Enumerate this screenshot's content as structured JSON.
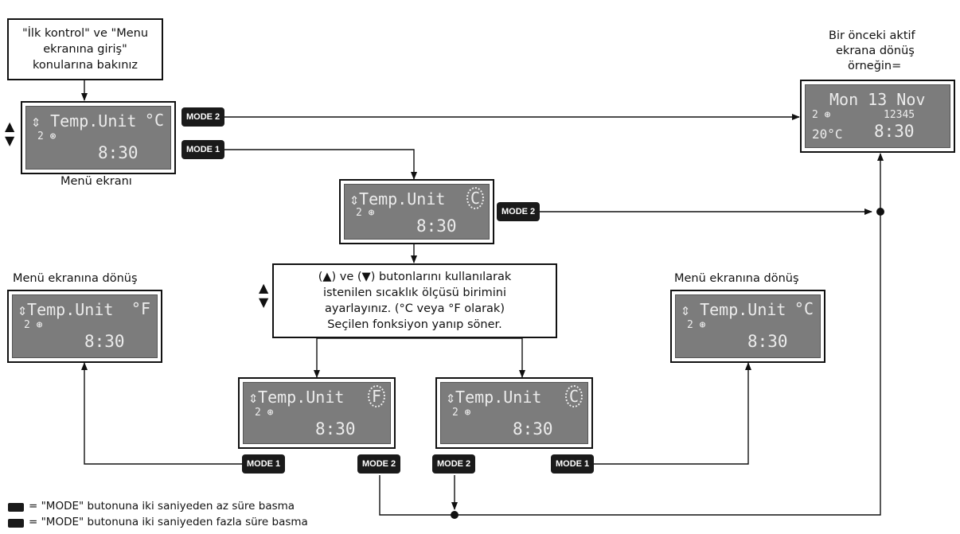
{
  "top_note": {
    "line1": "\"İlk kontrol\" ve \"Menu",
    "line2": "ekranına giriş\"",
    "line3": "konularına bakınız"
  },
  "menu_caption": "Menü ekranı",
  "previous_screen_note": {
    "line1": "Bir önceki aktif",
    "line2": "ekrana dönüş",
    "line3": "örneğin="
  },
  "return_left": "Menü ekranına dönüş",
  "return_right": "Menü ekranına dönüş",
  "instruction": {
    "line1": "(▲) ve (▼) butonlarını kullanılarak",
    "line2": "istenilen sıcaklık ölçüsü birimini",
    "line3": "ayarlayınız. (°C veya °F olarak)",
    "line4": "Seçilen fonksiyon yanıp söner."
  },
  "screens": {
    "menu": {
      "title": "⇕ Temp.Unit",
      "unit": "°C",
      "sub": "2 ⊛",
      "time": "8:30"
    },
    "prev": {
      "line1": "Mon 13 Nov",
      "sub": "2 ⊛",
      "counter": "12345",
      "temp": "20°C",
      "time": "8:30"
    },
    "center": {
      "title": "⇕Temp.Unit",
      "unit": "C",
      "sub": "2 ⊛",
      "time": "8:30"
    },
    "left": {
      "title": "⇕Temp.Unit",
      "unit": "°F",
      "sub": "2 ⊛",
      "time": "8:30"
    },
    "right": {
      "title": "⇕ Temp.Unit",
      "unit": "°C",
      "sub": "2 ⊛",
      "time": "8:30"
    },
    "bottom_f": {
      "title": "⇕Temp.Unit",
      "unit": "F",
      "sub": "2 ⊛",
      "time": "8:30"
    },
    "bottom_c": {
      "title": "⇕Temp.Unit",
      "unit": "C",
      "sub": "2 ⊛",
      "time": "8:30"
    }
  },
  "buttons": {
    "mode1": "MODE 1",
    "mode2": "MODE 2"
  },
  "updown": "▲▼",
  "legend": {
    "mode1": "= \"MODE\" butonuna iki saniyeden az süre basma",
    "mode2": "= \"MODE\" butonuna iki saniyeden fazla süre basma"
  }
}
